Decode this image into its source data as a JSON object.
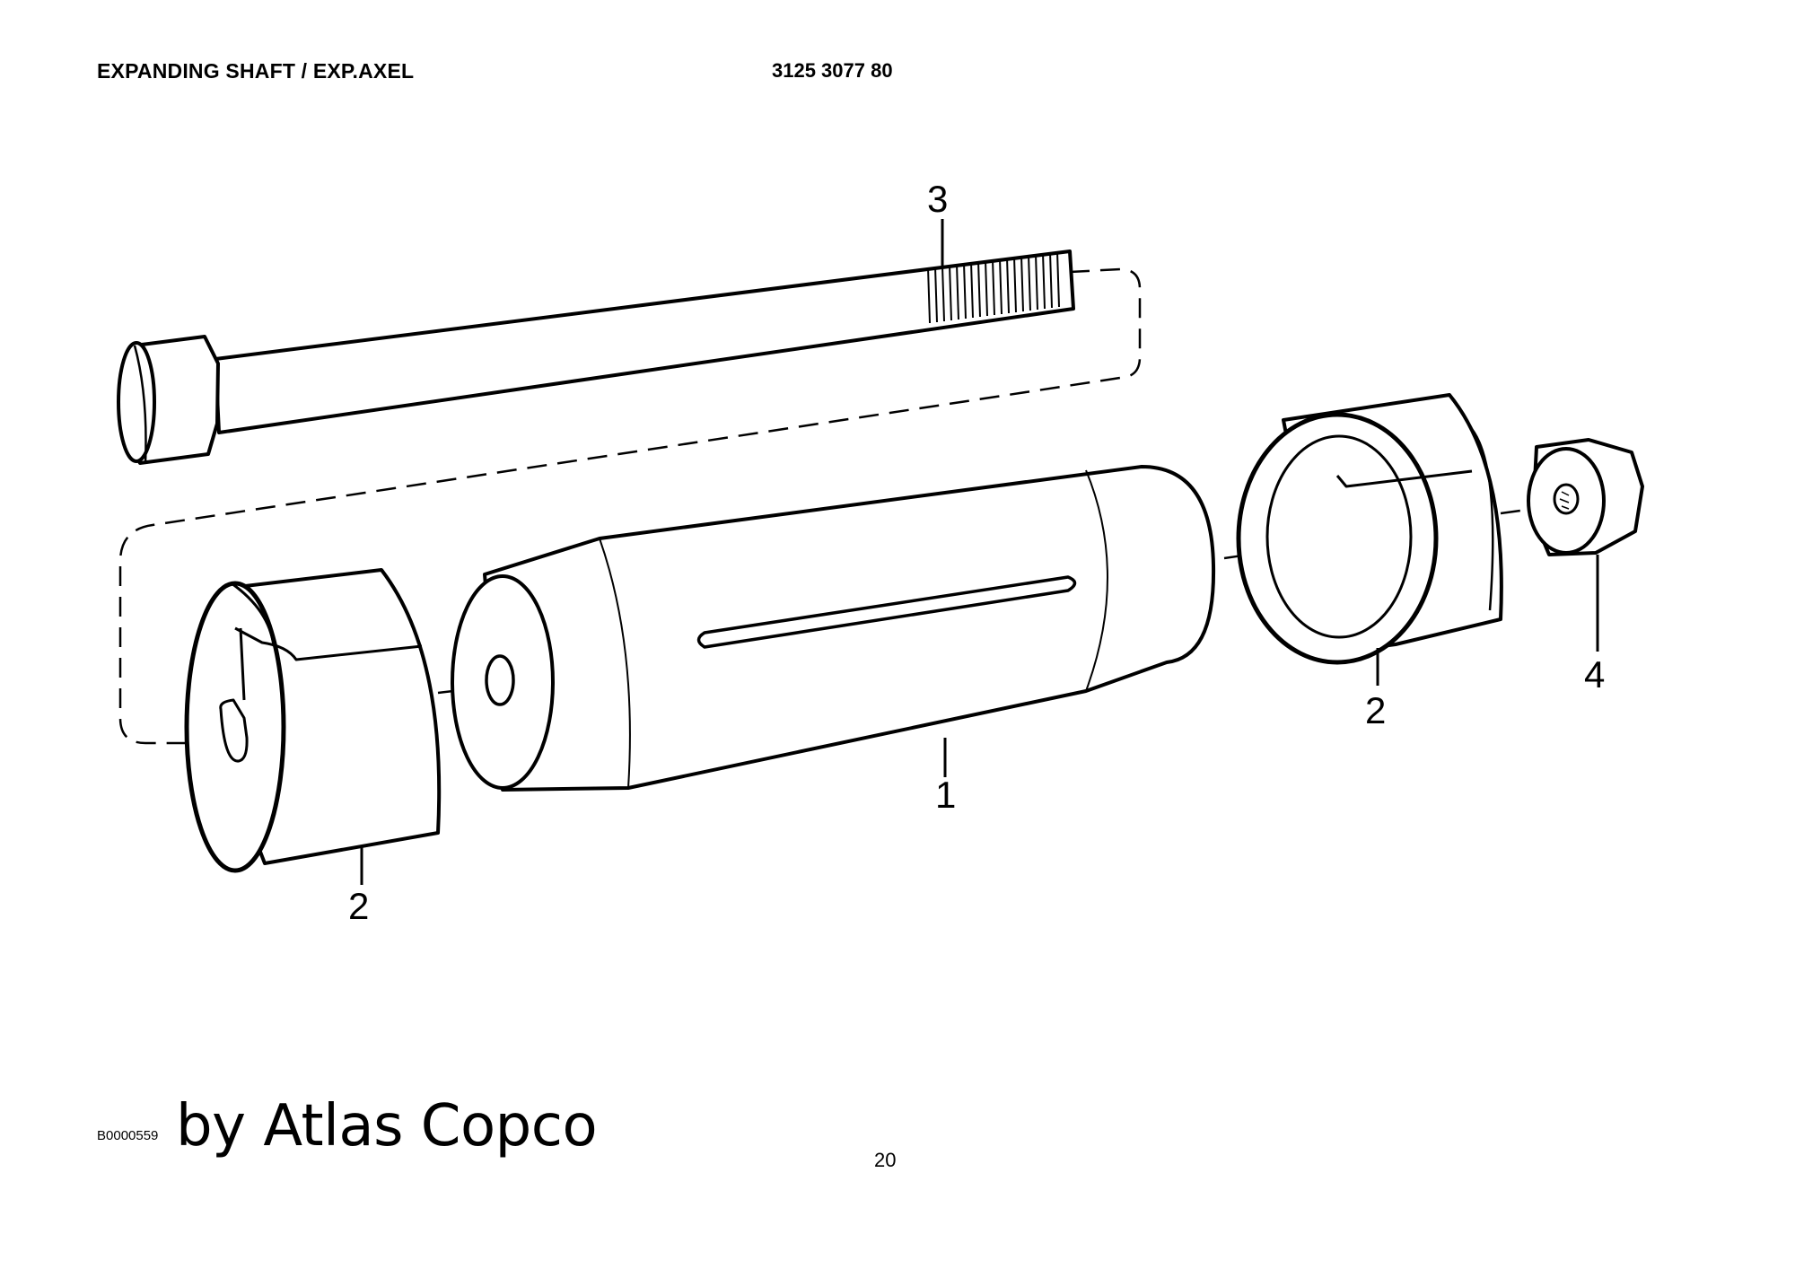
{
  "header": {
    "title": "EXPANDING SHAFT / EXP.AXEL",
    "part_number": "3125 3077 80"
  },
  "drawing": {
    "callouts": {
      "shaft": "1",
      "sleeve_left": "2",
      "sleeve_right": "2",
      "bolt": "3",
      "nut": "4"
    }
  },
  "footer": {
    "image_code": "B0000559",
    "brand": "by Atlas Copco",
    "page_number": "20"
  }
}
